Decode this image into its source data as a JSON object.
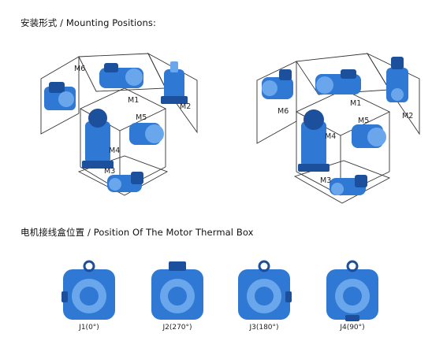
{
  "section_mounting": {
    "title_cn": "安装形式",
    "separator": " / ",
    "title_en": "Mounting Positions:",
    "left_positions": [
      "M1",
      "M2",
      "M3",
      "M4",
      "M5",
      "M6"
    ],
    "right_positions": [
      "M1",
      "M2",
      "M3",
      "M4",
      "M5",
      "M6"
    ]
  },
  "section_thermal": {
    "title_cn": "电机接线盒位置",
    "separator": " / ",
    "title_en": "Position Of The Motor Thermal Box",
    "options": [
      {
        "label": "J1(0°)"
      },
      {
        "label": "J2(270°)"
      },
      {
        "label": "J3(180°)"
      },
      {
        "label": "J4(90°)"
      }
    ]
  },
  "colors": {
    "motor_blue": "#2f78d4",
    "motor_dark": "#1c4f9c",
    "motor_light": "#6aa6ec",
    "line": "#333333"
  }
}
